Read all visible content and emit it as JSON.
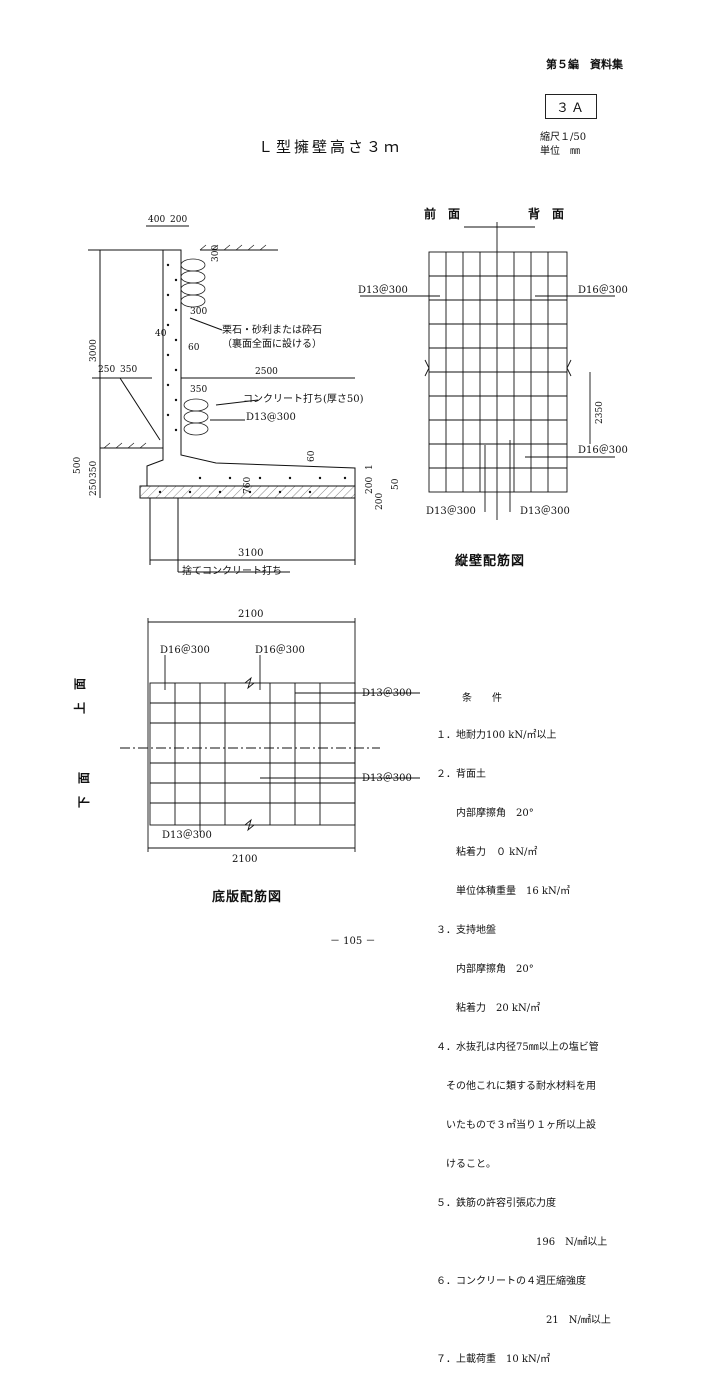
{
  "header": {
    "section": "第５編　資料集",
    "code": "３Ａ"
  },
  "title": "Ｌ型擁壁高さ３ｍ",
  "scale": {
    "scale_text": "縮尺１/50",
    "unit_text": "単位　㎜"
  },
  "section_drawing": {
    "dims": {
      "top400": "400",
      "top200": "200",
      "h300": "300",
      "d40": "40",
      "d60a": "60",
      "d300b": "300",
      "d350": "350",
      "d2500": "2500",
      "d3000": "3000",
      "d250": "250",
      "d350b": "350",
      "d500": "500",
      "d350c": "350",
      "d250b": "250",
      "d60b": "60",
      "d760": "760",
      "d1": "1",
      "d200": "200",
      "d50": "50",
      "d200b": "200",
      "d3100": "3100"
    },
    "notes": {
      "gravel": "栗石・砂利または砕石",
      "gravel_sub": "（裏面全面に設ける）",
      "concrete": "コンクリート打ち(厚さ50)",
      "rebar": "D13@300",
      "leveling": "捨てコンクリート打ち"
    }
  },
  "vertical_wall": {
    "front": "前　面",
    "back": "背　面",
    "labels": {
      "left_top": "D13＠300",
      "right_top": "D16＠300",
      "right_mid": "D16＠300",
      "bottom_left": "D13＠300",
      "bottom_right": "D13＠300",
      "dim": "2350"
    },
    "caption": "縦壁配筋図"
  },
  "base_slab": {
    "top_dim": "2100",
    "bottom_dim": "2100",
    "labels": {
      "top_left": "D16＠300",
      "top_right": "D16＠300",
      "right_top": "D13＠300",
      "right_bottom": "D13＠300",
      "bottom_left": "D13＠300"
    },
    "side_top": "上　面",
    "side_bottom": "下　面",
    "caption": "底版配筋図"
  },
  "conditions": {
    "heading": "条　　件",
    "lines": [
      "１．地耐力100 kN/㎡以上",
      "２．背面土",
      "　　内部摩擦角　20°",
      "　　粘着力　０ kN/㎡",
      "　　単位体積重量　16 kN/㎥",
      "３．支持地盤",
      "　　内部摩擦角　20°",
      "　　粘着力　20 kN/㎡",
      "４．水抜孔は内径75㎜以上の塩ビ管",
      "　その他これに類する耐水材料を用",
      "　いたもので３㎡当り１ヶ所以上設",
      "　けること。",
      "５．鉄筋の許容引張応力度",
      "　　　　　　　　　　196　N/㎟以上",
      "６．コンクリートの４週圧縮強度",
      "　　　　　　　　　　　21　N/㎟以上",
      "７．上載荷重　10 kN/㎡"
    ]
  },
  "page_number": "－ 105 －"
}
